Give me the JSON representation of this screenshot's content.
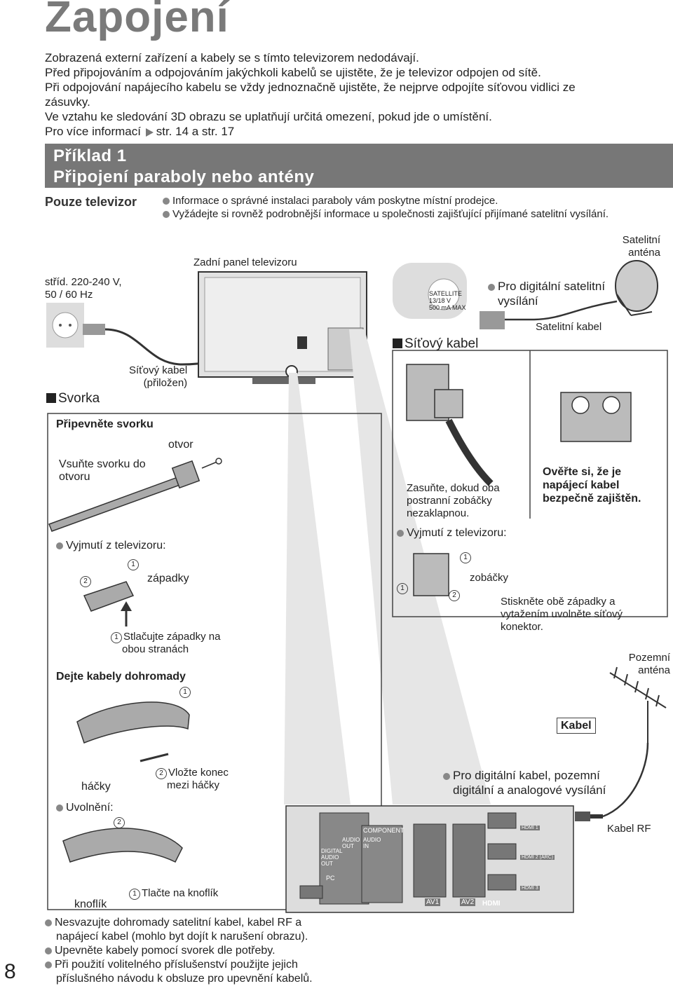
{
  "title": "Zapojení",
  "intro": {
    "line1": "Zobrazená externí zařízení a kabely se s tímto televizorem nedodávají.",
    "line2": "Před připojováním a odpojováním jakýchkoli kabelů se ujistěte, že je televizor odpojen od sítě.",
    "line3": "Při odpojování napájecího kabelu se vždy jednoznačně ujistěte, že nejprve odpojíte síťovou vidlici ze",
    "line4": "zásuvky.",
    "line5": "Ve vztahu ke sledování 3D obrazu se uplatňují určitá omezení, pokud jde o umístění.",
    "more_prefix": "Pro více informací",
    "more_ref": "str. 14 a str. 17"
  },
  "banner": {
    "line1": "Příklad 1",
    "line2": "Připojení paraboly nebo antény"
  },
  "tv_only": "Pouze televizor",
  "notes": [
    "Informace o správné instalaci paraboly vám poskytne místní prodejce.",
    "Vyžádejte si rovněž podrobnější informace u společnosti zajišťující přijímané satelitní vysílání."
  ],
  "labels": {
    "ac": "stříd. 220-240 V,",
    "ac2": "50 / 60 Hz",
    "rear_panel": "Zadní panel televizoru",
    "sat_antenna1": "Satelitní",
    "sat_antenna2": "anténa",
    "digital_sat1": "Pro digitální satelitní",
    "digital_sat2": "vysílání",
    "sat_cable": "Satelitní kabel",
    "mains_cable": "Síťový kabel",
    "mains_supplied1": "Síťový kabel",
    "mains_supplied2": "(přiložen)",
    "clamp": "Svorka",
    "attach_clamp": "Připevněte svorku",
    "hole": "otvor",
    "insert_clamp1": "Vsuňte svorku do",
    "insert_clamp2": "otvoru",
    "remove_tv": "Vyjmutí z televizoru:",
    "latches": "západky",
    "press_latches1": "Stlačujte západky na",
    "press_latches2": "obou stranách",
    "bundle": "Dejte kabely dohromady",
    "insert_end1": "Vložte konec",
    "insert_end2": "mezi háčky",
    "hooks": "háčky",
    "release": "Uvolnění:",
    "knob": "knoflík",
    "press_knob": "Tlačte na knoflík",
    "push_until1": "Zasuňte, dokud oba",
    "push_until2": "postranní zobáčky",
    "push_until3": "nezaklapnou.",
    "verify1": "Ověřte si, že je",
    "verify2": "napájecí kabel",
    "verify3": "bezpečně zajištěn.",
    "remove_tv2": "Vyjmutí z televizoru:",
    "beaks": "zobáčky",
    "press_both1": "Stiskněte obě západky a",
    "press_both2": "vytažením uvolněte síťový",
    "press_both3": "konektor.",
    "terrestrial1": "Pozemní",
    "terrestrial2": "anténa",
    "cable": "Kabel",
    "digital_cable1": "Pro digitální kabel, pozemní",
    "digital_cable2": "digitální a analogové vysílání",
    "rf_cable": "Kabel RF",
    "sat_label": "SATELLITE",
    "sat_spec1": "13/18 V",
    "sat_spec2": "500 mA   MAX",
    "component": "COMPONENT",
    "audio_out": "AUDIO OUT",
    "audio_in": "AUDIO IN",
    "digital_audio_out": "DIGITAL AUDIO OUT",
    "pc": "PC",
    "av1": "AV1",
    "av2": "AV2",
    "hdmi1": "HDMI 1",
    "hdmi2": "HDMI 2 (ARC)",
    "hdmi3": "HDMI 3",
    "hdmi_logo": "HDMI",
    "n1": "1",
    "n2": "2"
  },
  "bottom_notes": [
    "Nesvazujte dohromady satelitní kabel, kabel RF a",
    "napájecí kabel (mohlo byt dojít k narušení obrazu).",
    "Upevněte kabely pomocí svorek dle potřeby.",
    "Při použití volitelného příslušenství použijte jejich",
    "příslušného návodu k obsluze pro upevnění kabelů."
  ],
  "page_number": "8"
}
